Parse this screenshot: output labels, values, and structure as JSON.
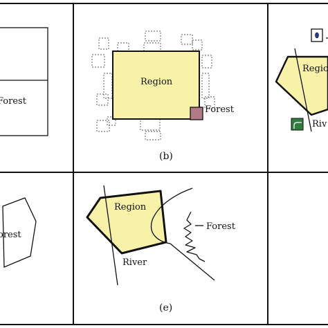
{
  "colors": {
    "region_fill": "#f7f2a8",
    "forest_fill": "#b07a86",
    "icon_fill": "#2f7d3e",
    "line": "#111111",
    "dotted": "#555555",
    "grid": "#111111",
    "background": "#ffffff"
  },
  "panels": {
    "a": {
      "forest_label": "Forest"
    },
    "b": {
      "region_label": "Region",
      "forest_label": "Forest",
      "caption": "(b)"
    },
    "c": {
      "region_label": "Regio",
      "river_label": "Riv"
    },
    "d": {
      "forest_label": "orest"
    },
    "e": {
      "region_label": "Region",
      "forest_label": "Forest",
      "river_label": "River",
      "caption": "(e)"
    },
    "f": {}
  }
}
